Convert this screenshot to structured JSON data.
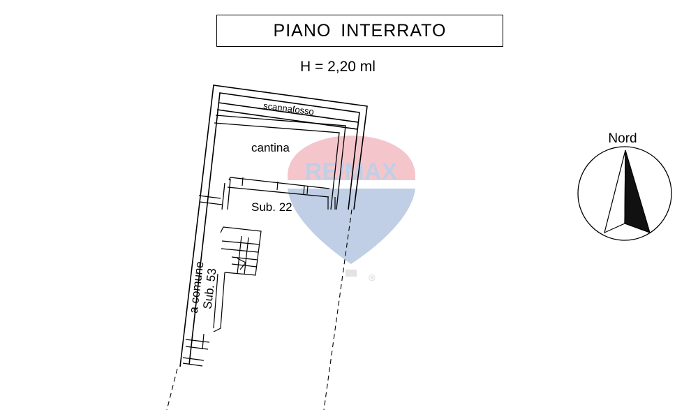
{
  "header": {
    "title": "PIANO  INTERRATO",
    "height_note": "H = 2,20 ml"
  },
  "rooms": {
    "scannafosso": "scannafosso",
    "cantina": "cantina",
    "sub22": "Sub. 22",
    "common_line1": "a comune",
    "common_line2": "Sub. 53"
  },
  "compass": {
    "label": "Nord"
  },
  "watermark": {
    "text": "RE/MAX",
    "registered": "®",
    "balloon_red": "#d9374b",
    "balloon_blue": "#1f56a6"
  }
}
